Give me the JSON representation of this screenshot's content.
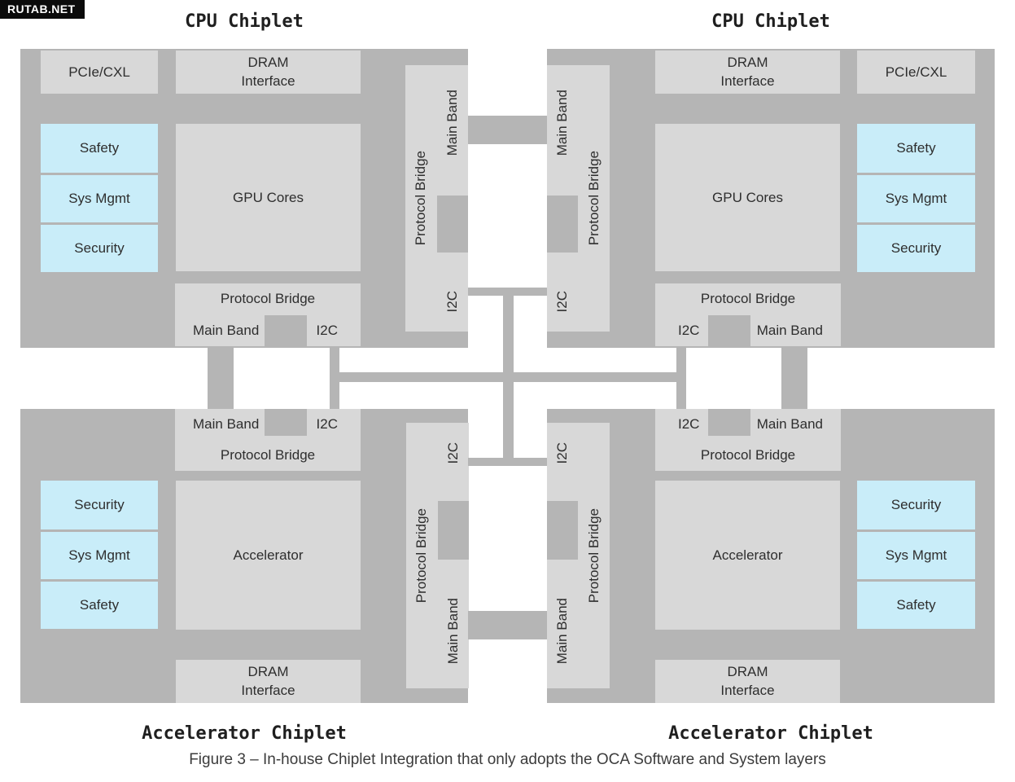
{
  "watermark": "RUTAB.NET",
  "titles": {
    "cpu_left": "CPU Chiplet",
    "cpu_right": "CPU Chiplet",
    "accelerator_left": "Accelerator Chiplet",
    "accelerator_right": "Accelerator Chiplet"
  },
  "caption": "Figure 3 – In-house Chiplet Integration that only adopts the OCA Software and System layers",
  "blocks": {
    "pcie_cxl": "PCIe/CXL",
    "dram_interface": "DRAM Interface",
    "gpu_cores": "GPU Cores",
    "accelerator": "Accelerator",
    "safety": "Safety",
    "sys_mgmt": "Sys Mgmt",
    "security": "Security",
    "protocol_bridge": "Protocol Bridge",
    "main_band": "Main Band",
    "i2c": "I2C"
  },
  "colors": {
    "chiplet_bg": "#b5b5b5",
    "block_bg": "#d8d8d8",
    "service_bg": "#c9edf9",
    "ink": "#2e2e2e",
    "page_bg": "#ffffff",
    "watermark_bg": "#0b0b0b",
    "watermark_ink": "#ffffff",
    "caption_ink": "#3c3c3c"
  }
}
